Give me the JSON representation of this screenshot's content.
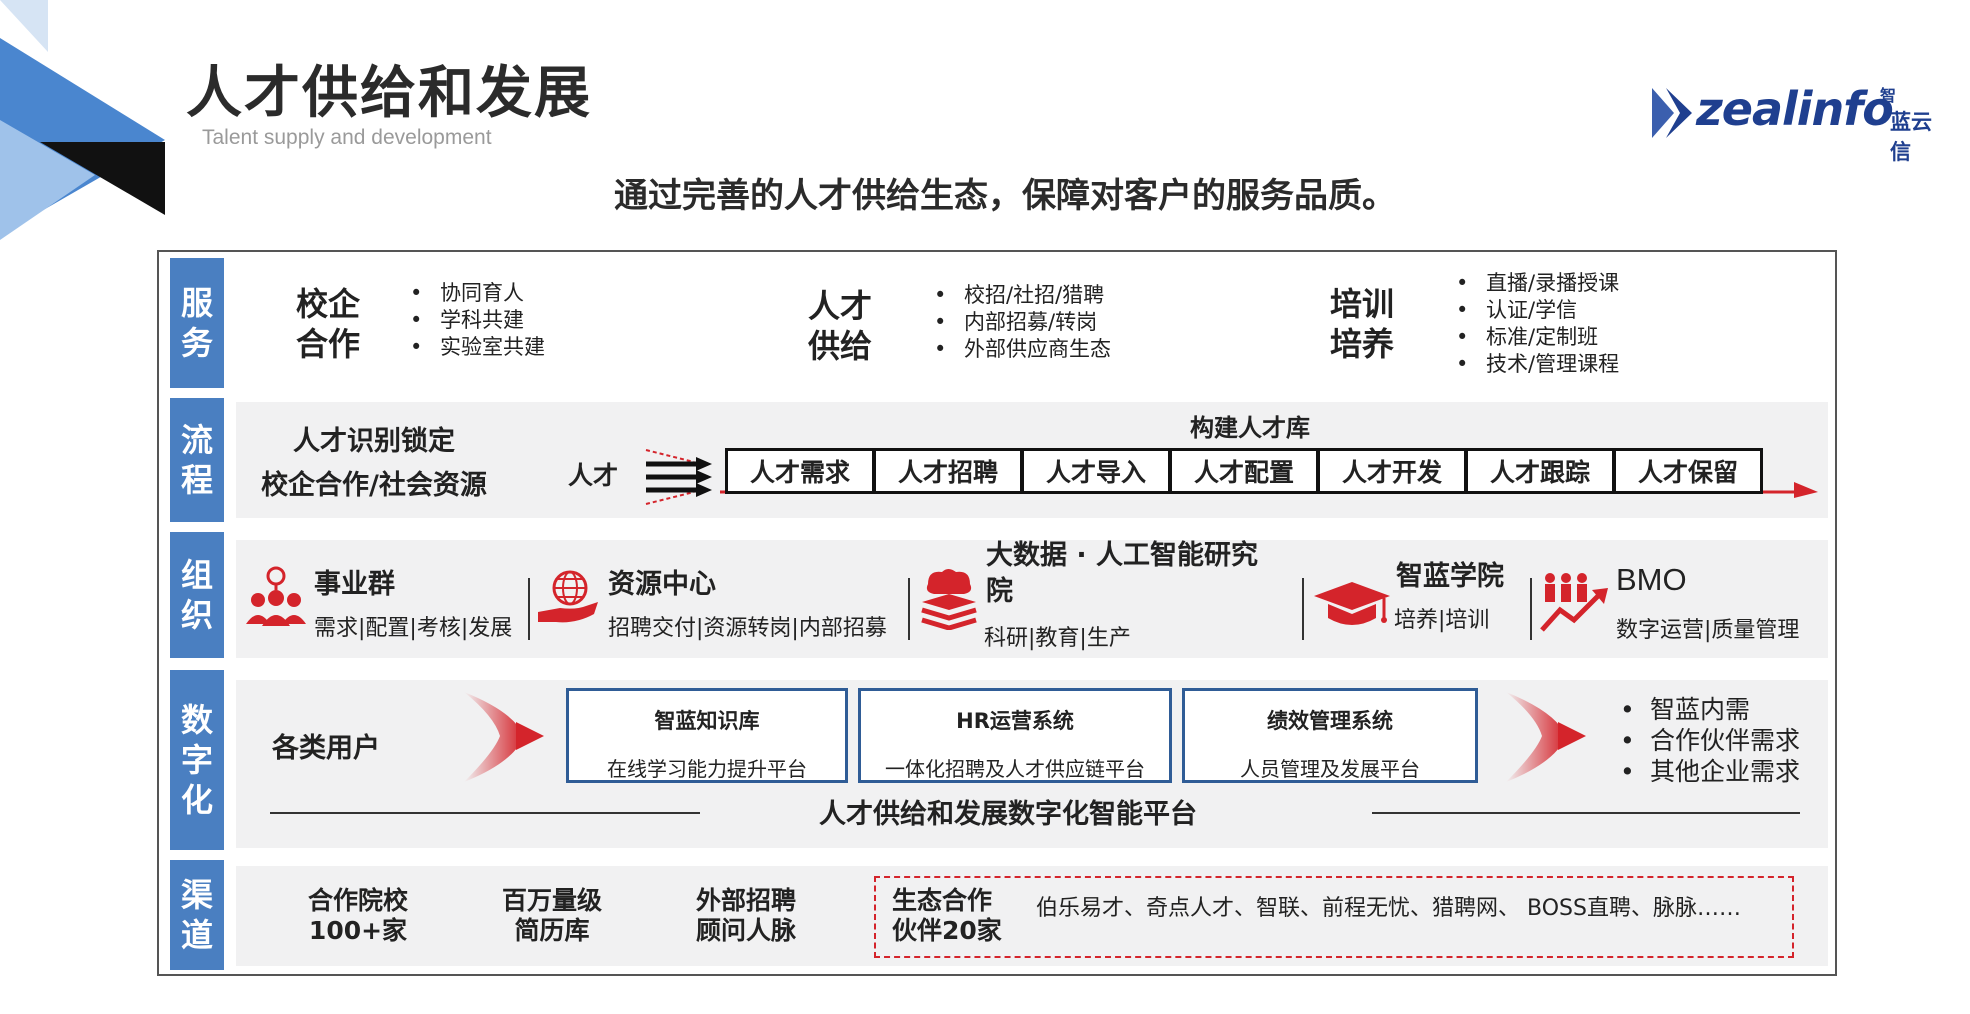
{
  "header": {
    "title": "人才供给和发展",
    "subtitle": "Talent supply and development",
    "headline": "通过完善的人才供给生态，保障对客户的服务品质。",
    "logo_text": "zealinfo",
    "logo_cn": "蓝云信",
    "logo_mark": "智"
  },
  "colors": {
    "accent_blue": "#4a7fc1",
    "box_blue": "#2f5c96",
    "accent_red": "#d4242b",
    "row_bg": "#f1f1f2"
  },
  "service": {
    "label": [
      "服",
      "务"
    ],
    "groups": [
      {
        "title": [
          "校企",
          "合作"
        ],
        "items": [
          "协同育人",
          "学科共建",
          "实验室共建"
        ]
      },
      {
        "title": [
          "人才",
          "供给"
        ],
        "items": [
          "校招/社招/猎聘",
          "内部招募/转岗",
          "外部供应商生态"
        ]
      },
      {
        "title": [
          "培训",
          "培养"
        ],
        "items": [
          "直播/录播授课",
          "认证/学信",
          "标准/定制班",
          "技术/管理课程"
        ]
      }
    ]
  },
  "flow": {
    "label": [
      "流",
      "程"
    ],
    "left_line1": "人才识别锁定",
    "left_line2": "校企合作/社会资源",
    "talent": "人才",
    "library": "构建人才库",
    "steps": [
      "人才需求",
      "人才招聘",
      "人才导入",
      "人才配置",
      "人才开发",
      "人才跟踪",
      "人才保留"
    ]
  },
  "org": {
    "label": [
      "组",
      "织"
    ],
    "units": [
      {
        "icon": "people-group-icon",
        "title": "事业群",
        "sub": "需求|配置|考核|发展"
      },
      {
        "icon": "globe-hand-icon",
        "title": "资源中心",
        "sub": "招聘交付|资源转岗|内部招募"
      },
      {
        "icon": "data-stack-icon",
        "title": "大数据 · 人工智能研究院",
        "title_l1": "大数据 · 人工智能研究",
        "title_l2": "院",
        "sub": "科研|教育|生产"
      },
      {
        "icon": "graduation-cap-icon",
        "title": "智蓝学院",
        "sub": "培养|培训"
      },
      {
        "icon": "growth-people-icon",
        "title": "BMO",
        "sub": "数字运营|质量管理"
      }
    ]
  },
  "digital": {
    "label": [
      "数",
      "字",
      "化"
    ],
    "users": "各类用户",
    "systems": [
      {
        "title": "智蓝知识库",
        "sub": "在线学习能力提升平台"
      },
      {
        "title": "HR运营系统",
        "sub": "一体化招聘及人才供应链平台"
      },
      {
        "title": "绩效管理系统",
        "sub": "人员管理及发展平台"
      }
    ],
    "needs": [
      "智蓝内需",
      "合作伙伴需求",
      "其他企业需求"
    ],
    "platform": "人才供给和发展数字化智能平台"
  },
  "channel": {
    "label": [
      "渠",
      "道"
    ],
    "items": [
      {
        "l1": "合作院校",
        "l2": "100+家"
      },
      {
        "l1": "百万量级",
        "l2": "简历库"
      },
      {
        "l1": "外部招聘",
        "l2": "顾问人脉"
      }
    ],
    "eco_l1": "生态合作",
    "eco_l2": "伙伴20家",
    "partners": "伯乐易才、奇点人才、智联、前程无忧、猎聘网、 BOSS直聘、脉脉……"
  }
}
